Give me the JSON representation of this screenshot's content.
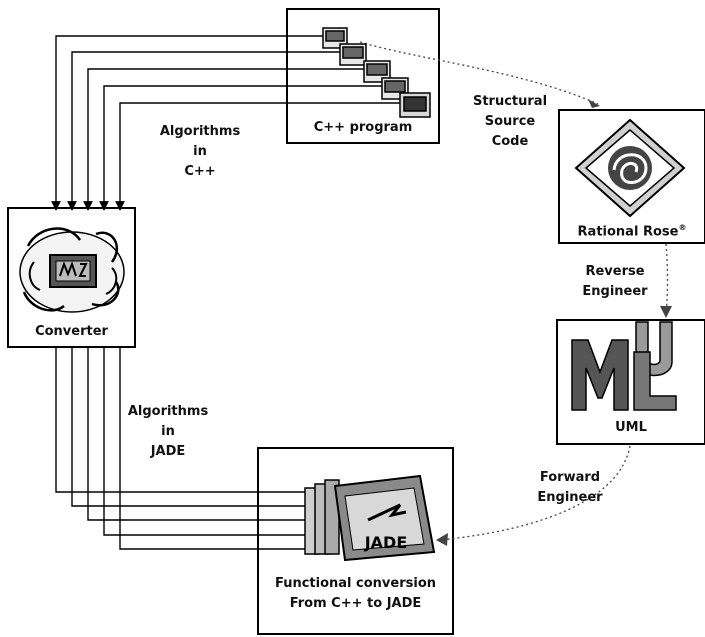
{
  "nodes": {
    "cpp_program": {
      "label": "C++ program"
    },
    "rational_rose": {
      "label": "Rational Rose",
      "superscript": "®"
    },
    "uml": {
      "label": "UML"
    },
    "converter": {
      "label": "Converter"
    },
    "jade_conversion": {
      "line1": "Functional conversion",
      "line2": "From C++ to JADE"
    }
  },
  "edges": {
    "structural": {
      "line1": "Structural",
      "line2": "Source",
      "line3": "Code"
    },
    "reverse": {
      "line1": "Reverse",
      "line2": "Engineer"
    },
    "forward": {
      "line1": "Forward",
      "line2": "Engineer"
    },
    "algo_cpp": {
      "line1": "Algorithms",
      "line2": "in",
      "line3": "C++"
    },
    "algo_jade": {
      "line1": "Algorithms",
      "line2": "in",
      "line3": "JADE"
    }
  },
  "icons": {
    "cpp": "stacked-files-icon",
    "rose": "rational-rose-icon",
    "uml": "uml-logo-icon",
    "converter": "converter-icon",
    "jade": "jade-files-icon"
  }
}
